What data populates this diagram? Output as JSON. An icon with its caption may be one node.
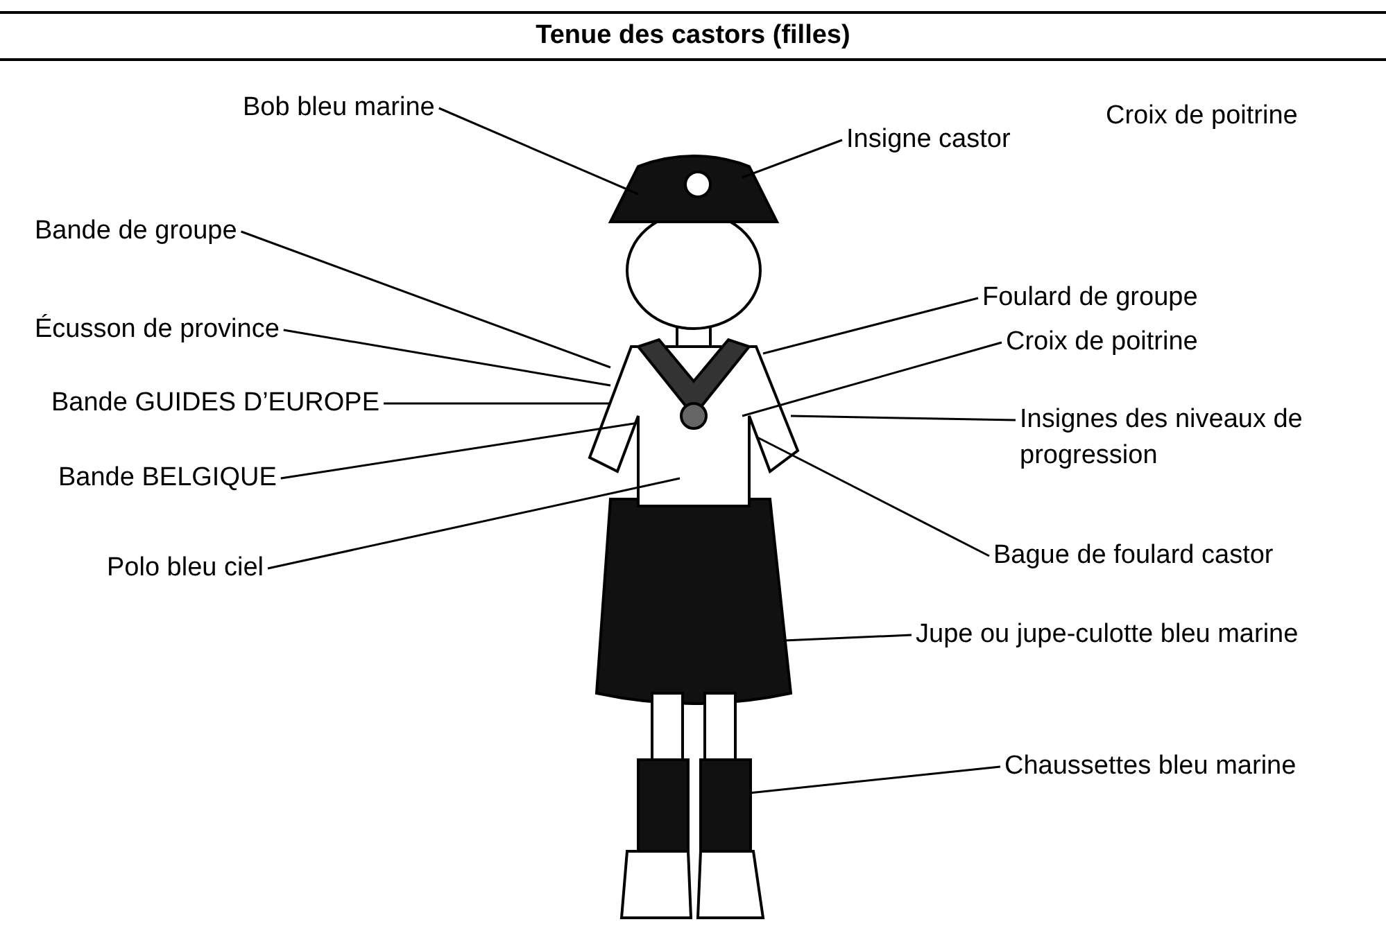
{
  "diagram": {
    "title": "Tenue des castors (filles)",
    "nodes": [
      {
        "text": [
          "Bob bleu marine"
        ]
      },
      {
        "text": [
          "Insigne castor"
        ]
      },
      {
        "text": [
          "Bande de groupe"
        ]
      },
      {
        "text": [
          "Écusson de province"
        ]
      },
      {
        "text": [
          "Bande GUIDES D’EUROPE"
        ]
      },
      {
        "text": [
          "Bande BELGIQUE"
        ]
      },
      {
        "text": [
          "Polo bleu ciel"
        ]
      },
      {
        "text": [
          "Foulard de groupe"
        ]
      },
      {
        "text": [
          "Croix de poitrine"
        ]
      },
      {
        "text": [
          "Insignes des niveaux de progression"
        ]
      },
      {
        "text": [
          "Bague de foulard castor"
        ]
      },
      {
        "text": [
          "Jupe ou jupe-culotte bleu marine"
        ]
      },
      {
        "text": [
          "Chaussettes bleu marine"
        ]
      }
    ],
    "edges": [
      {
        "from": 0,
        "to": null,
        "arrow": "none"
      },
      {
        "from": 1,
        "to": null,
        "arrow": "none"
      },
      {
        "from": 2,
        "to": null,
        "arrow": "none"
      },
      {
        "from": 3,
        "to": null,
        "arrow": "none"
      },
      {
        "from": 4,
        "to": null,
        "arrow": "none"
      },
      {
        "from": 5,
        "to": null,
        "arrow": "none"
      },
      {
        "from": 6,
        "to": null,
        "arrow": "none"
      },
      {
        "from": 7,
        "to": null,
        "arrow": "none"
      },
      {
        "from": 8,
        "to": null,
        "arrow": "none"
      },
      {
        "from": 9,
        "to": null,
        "arrow": "none"
      },
      {
        "from": 10,
        "to": null,
        "arrow": "none"
      },
      {
        "from": 11,
        "to": null,
        "arrow": "none"
      },
      {
        "from": 12,
        "to": null,
        "arrow": "none"
      }
    ],
    "labels": [
      "Croix de poitrine"
    ]
  }
}
